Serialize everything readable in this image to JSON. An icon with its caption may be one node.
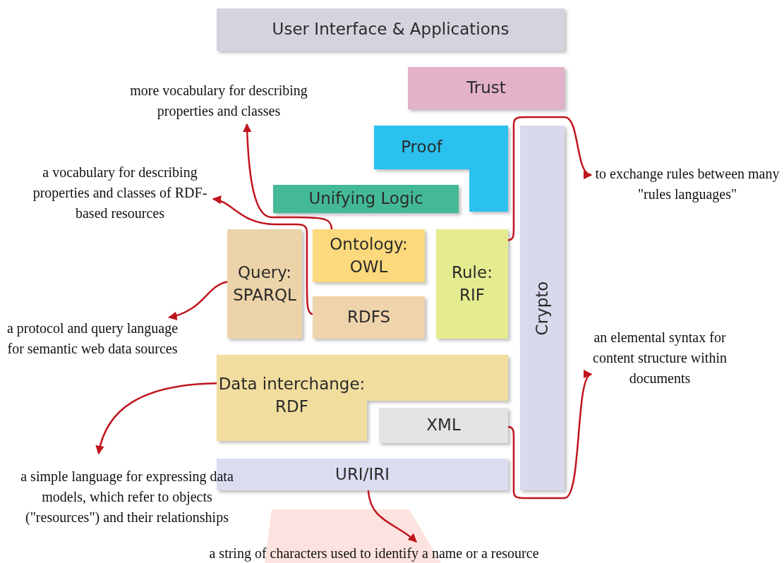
{
  "diagram": {
    "nodes": [
      {
        "text": [
          "User Interface & Applications"
        ]
      },
      {
        "text": [
          "Trust"
        ]
      },
      {
        "text": [
          "Proof"
        ]
      },
      {
        "text": [
          "Crypto"
        ]
      },
      {
        "text": [
          "Unifying Logic"
        ]
      },
      {
        "text": [
          "Query: SPARQL"
        ]
      },
      {
        "text": [
          "Ontology: OWL"
        ]
      },
      {
        "text": [
          "Rule: RIF"
        ]
      },
      {
        "text": [
          "RDFS"
        ]
      },
      {
        "text": [
          "Data interchange: RDF"
        ]
      },
      {
        "text": [
          "XML"
        ]
      },
      {
        "text": [
          "URI/IRI"
        ]
      },
      {
        "text": [
          "more vocabulary for describing properties and classes"
        ]
      },
      {
        "text": [
          "a vocabulary for describing properties and classes of RDF-based resources"
        ]
      },
      {
        "text": [
          "to exchange rules between many \"rules languages\""
        ]
      },
      {
        "text": [
          "a protocol and query language for semantic web data sources"
        ]
      },
      {
        "text": [
          "an elemental syntax for content structure within documents"
        ]
      },
      {
        "text": [
          "a simple language for expressing data models, which refer to objects (\"resources\") and their relationships"
        ]
      },
      {
        "text": [
          "a string of characters used to identify a name or a resource"
        ]
      }
    ],
    "edges": [
      {
        "from": 6,
        "to": 12,
        "arrow": "to"
      },
      {
        "from": 8,
        "to": 13,
        "arrow": "to"
      },
      {
        "from": 7,
        "to": 14,
        "arrow": "to"
      },
      {
        "from": 5,
        "to": 15,
        "arrow": "to"
      },
      {
        "from": 10,
        "to": 16,
        "arrow": "to"
      },
      {
        "from": 9,
        "to": 17,
        "arrow": "to"
      },
      {
        "from": 11,
        "to": 18,
        "arrow": "to"
      }
    ]
  }
}
